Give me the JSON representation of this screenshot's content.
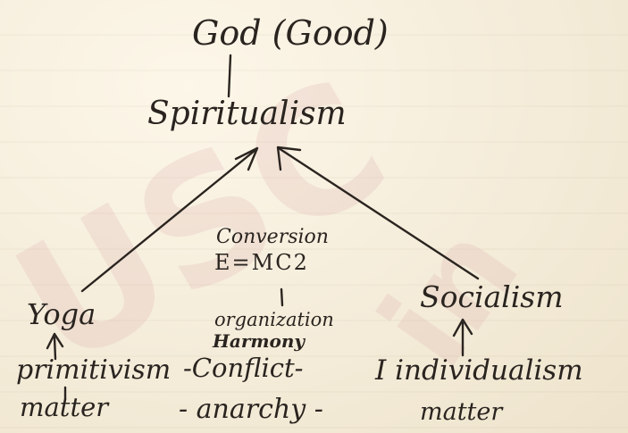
{
  "notes": {
    "god": "God (Good)",
    "spiritualism": "Spiritualism",
    "conversion": "Conversion",
    "emc": "E=MC2",
    "organization": "organization",
    "harmony": "Harmony",
    "yoga": "Yoga",
    "socialism": "Socialism",
    "primitivism": "primitivism",
    "conflict": "-Conflict-",
    "individualism": "I individualism",
    "matter_left": "matter",
    "anarchy": "- anarchy -",
    "matter_right": "matter"
  },
  "watermark": {
    "main": "USC",
    "side": "in"
  },
  "colors": {
    "paper": "#f3ead6",
    "ink": "#2a2420",
    "watermark": "#dcaaaa"
  }
}
